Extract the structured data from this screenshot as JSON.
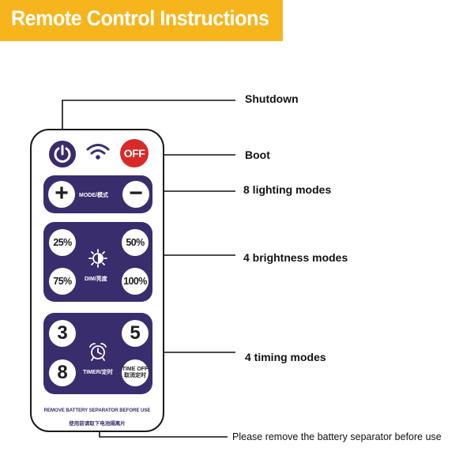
{
  "banner": {
    "title": "Remote Control Instructions",
    "color": "#f6b51c"
  },
  "remote": {
    "off_label": "OFF",
    "mode_label": "MODE/模式",
    "plus_label": "+",
    "minus_label": "−",
    "brightness": [
      "25%",
      "50%",
      "75%",
      "100%"
    ],
    "dim_label": "DIM/亮度",
    "timers": [
      "3",
      "5",
      "8"
    ],
    "timer_label": "TIMER/定时",
    "time_off_label": "TIME OFF",
    "time_off_cn": "取消定时",
    "separator_en": "REMOVE BATTERY SEPARATOR BEFORE USE",
    "separator_cn": "使用前请取下电池隔离片",
    "panel_color": "#3a2d6e",
    "off_color": "#d92a2a"
  },
  "callouts": {
    "shutdown": "Shutdown",
    "boot": "Boot",
    "lighting_modes": "8 lighting modes",
    "brightness_modes": "4 brightness modes",
    "timing_modes": "4 timing modes",
    "separator_note": "Please remove the battery separator before use"
  },
  "icons": [
    "power-icon",
    "wifi-icon",
    "brightness-sun-icon",
    "alarm-clock-icon"
  ]
}
